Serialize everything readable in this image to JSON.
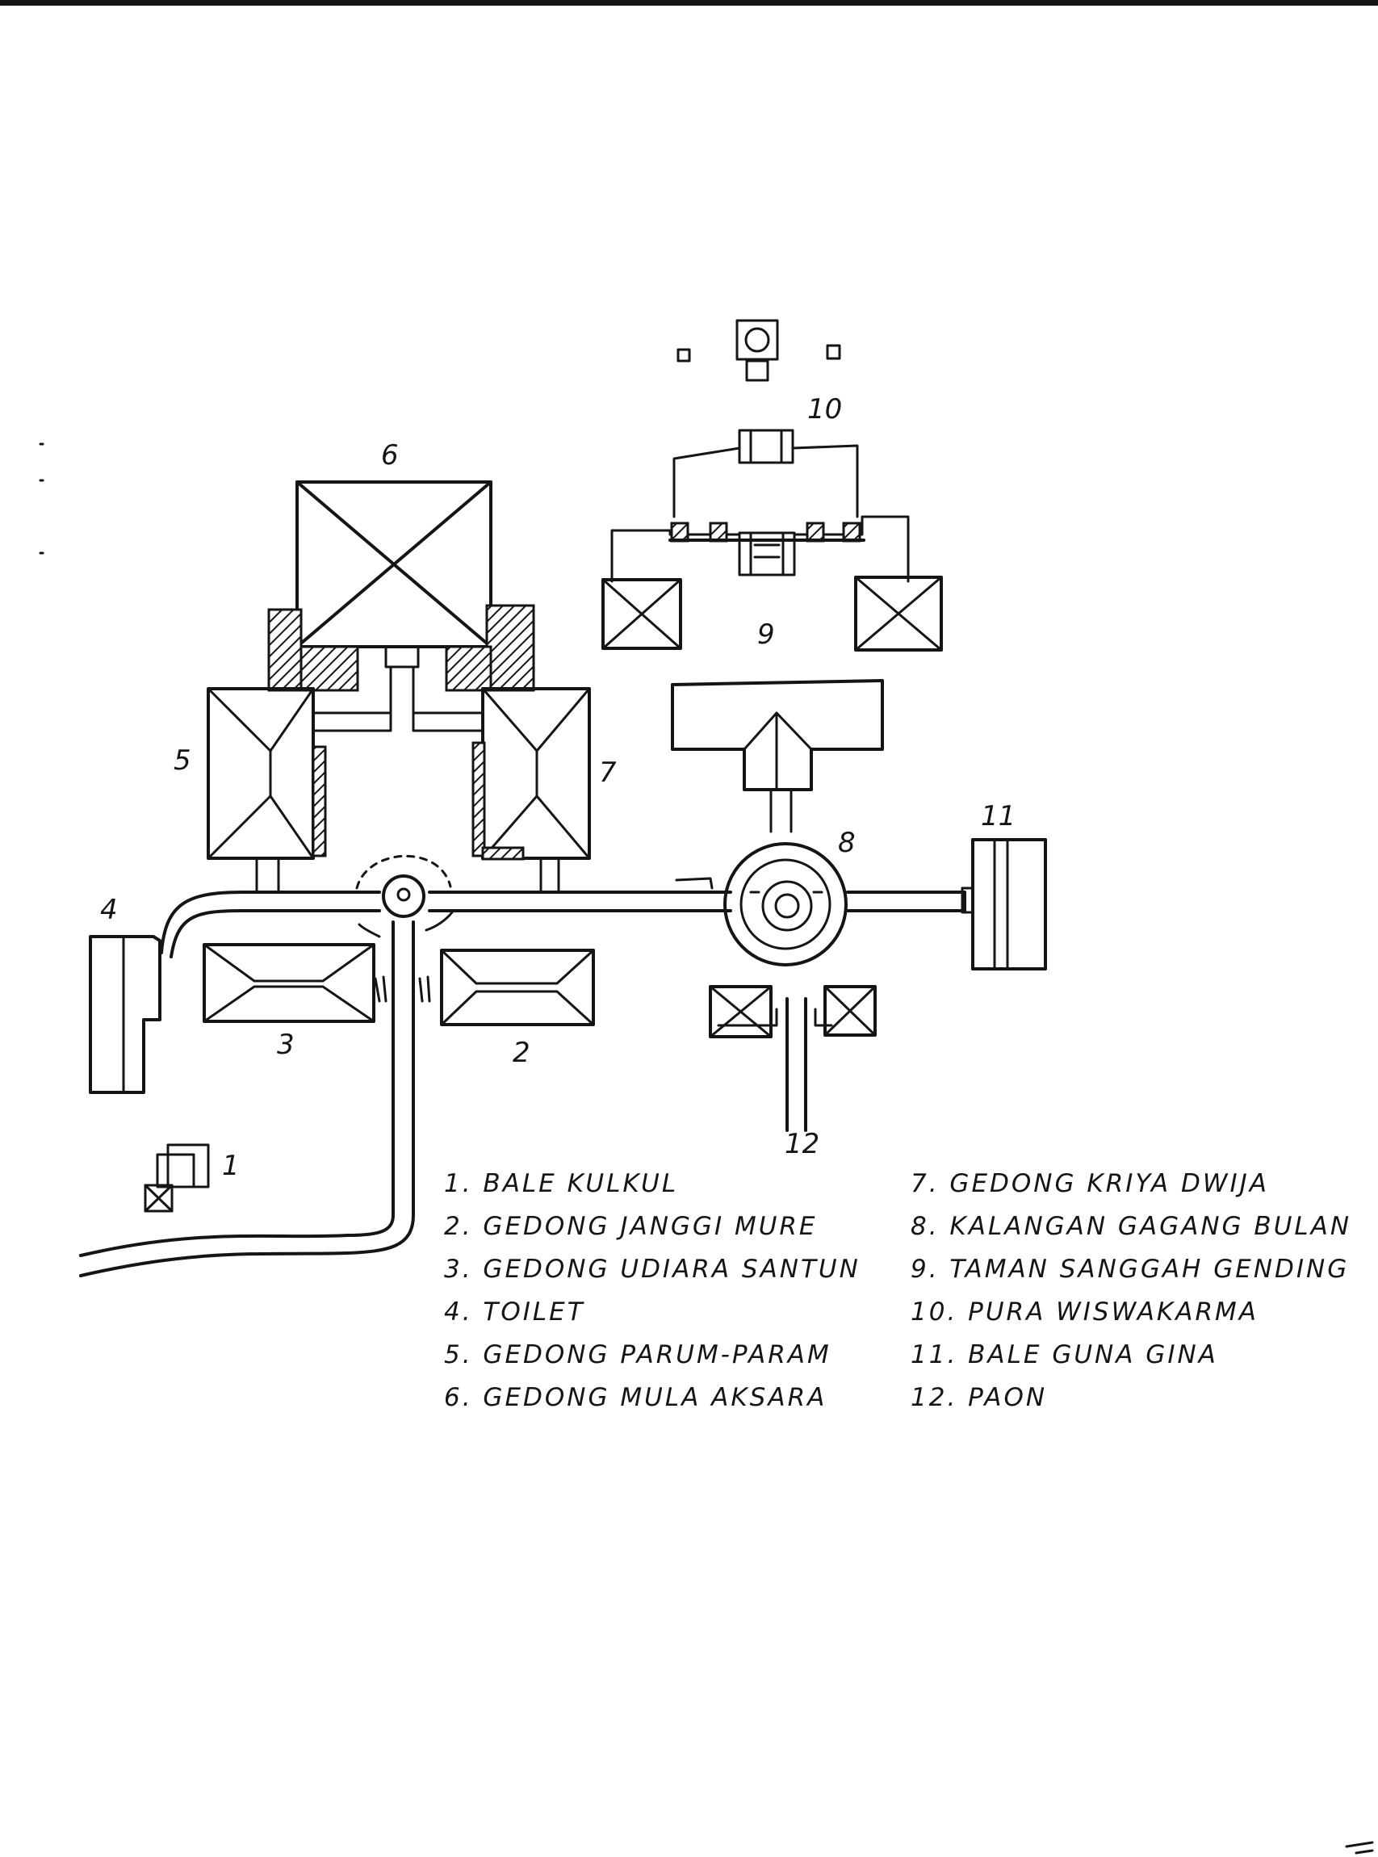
{
  "numbers": [
    "1",
    "2",
    "3",
    "4",
    "5",
    "6",
    "7",
    "8",
    "9",
    "10",
    "11",
    "12"
  ],
  "legend": [
    {
      "text": "1. BALE KULKUL"
    },
    {
      "text": "2. GEDONG JANGGI MURE"
    },
    {
      "text": "3. GEDONG UDIARA SANTUN"
    },
    {
      "text": "4. TOILET"
    },
    {
      "text": "5. GEDONG PARUM-PARAM"
    },
    {
      "text": "6. GEDONG MULA AKSARA"
    },
    {
      "text": "7. GEDONG KRIYA DWIJA"
    },
    {
      "text": "8. KALANGAN GAGANG BULAN"
    },
    {
      "text": "9. TAMAN SANGGAH GENDING"
    },
    {
      "text": "10. PURA WISWAKARMA"
    },
    {
      "text": "11. BALE GUNA GINA"
    },
    {
      "text": "12. PAON"
    }
  ]
}
